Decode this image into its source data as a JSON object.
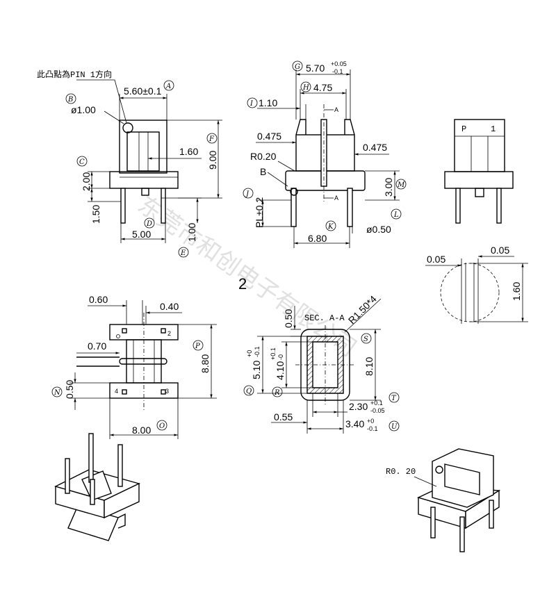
{
  "note": "此凸點為PIN 1方向",
  "figure_number": "2",
  "watermark": "东莞市和创电子有限公司",
  "pin_label": {
    "p": "P",
    "one": "1"
  },
  "section_label": "SEC. A-A",
  "section_mark": "A",
  "label_b_plain": "B",
  "radius_note": "R0. 20",
  "callouts": {
    "A": "A",
    "B": "B",
    "C": "C",
    "D": "D",
    "E": "E",
    "F": "F",
    "G": "G",
    "H": "H",
    "I": "I",
    "J": "J",
    "K": "K",
    "L": "L",
    "M": "M",
    "N": "N",
    "O": "O",
    "P": "P",
    "Q": "Q",
    "R": "R",
    "S": "S",
    "T": "T",
    "U": "U"
  },
  "dims": {
    "a": "5.60±0.1",
    "b": "ø1.00",
    "c": "2.00",
    "d": "5.00",
    "e": "1.00",
    "f": "9.00",
    "d160": "1.60",
    "d150": "1.50",
    "g_main": "5.70",
    "g_up": "+0.05",
    "g_lo": "-0.1",
    "h": "4.75",
    "i": "1.10",
    "d475a": "0.475",
    "d475b": "0.475",
    "r020": "R0.20",
    "j": "PL±0.2",
    "k": "6.80",
    "l": "ø0.50",
    "m": "3.00",
    "w005a": "0.05",
    "w005b": "0.05",
    "w160": "1.60",
    "d060": "0.60",
    "d040": "0.40",
    "d070": "0.70",
    "n": "0.50",
    "o": "8.00",
    "p": "8.80",
    "s050": "0.50",
    "r150": "R1.50*4",
    "q_main": "5.10",
    "q_up": "+0",
    "q_lo": "-0.1",
    "r_main": "4.10",
    "r_up": "+0.1",
    "r_lo": "-0",
    "s": "8.10",
    "t_main": "2.30",
    "t_up": "+0.1",
    "t_lo": "-0.05",
    "d055": "0.55",
    "u_main": "3.40",
    "u_up": "+0",
    "u_lo": "-0.1"
  }
}
